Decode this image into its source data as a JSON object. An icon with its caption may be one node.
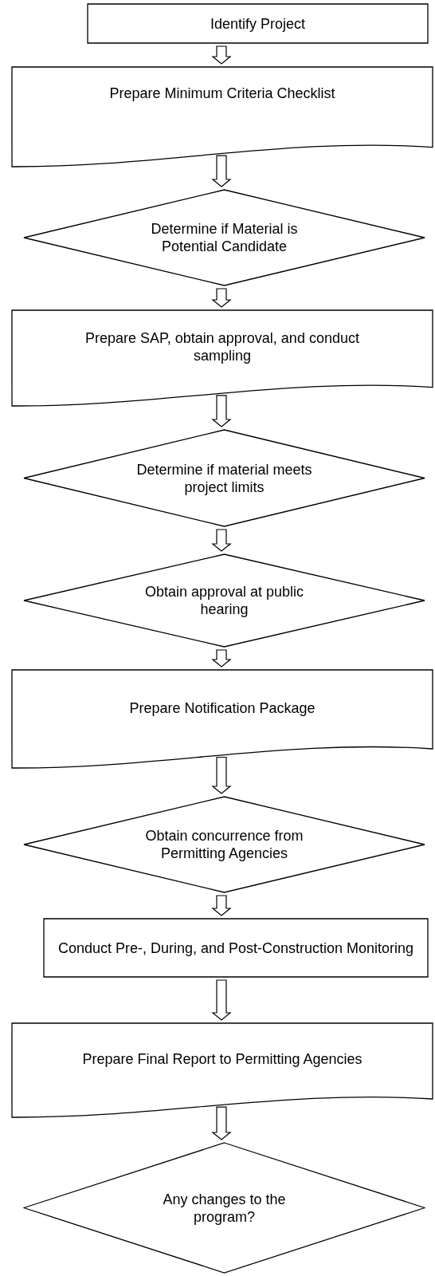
{
  "diagram": {
    "nodes": [
      {
        "text": [
          "Identify Project"
        ]
      },
      {
        "text": [
          "Prepare Minimum Criteria Checklist"
        ]
      },
      {
        "text": [
          "Determine if Material is Potential Candidate"
        ]
      },
      {
        "text": [
          "Prepare SAP, obtain approval, and conduct sampling"
        ]
      },
      {
        "text": [
          "Determine if material meets project limits"
        ]
      },
      {
        "text": [
          "Obtain approval at public hearing"
        ]
      },
      {
        "text": [
          "Prepare Notification Package"
        ]
      },
      {
        "text": [
          "Obtain concurrence from Permitting Agencies"
        ]
      },
      {
        "text": [
          "Conduct Pre-, During, and Post-Construction Monitoring"
        ]
      },
      {
        "text": [
          "Prepare Final Report to Permitting Agencies"
        ]
      },
      {
        "text": [
          "Any changes to the program?"
        ]
      }
    ],
    "edges": [
      {
        "from": 0,
        "to": 1,
        "arrow": "to"
      },
      {
        "from": 1,
        "to": 2,
        "arrow": "to"
      },
      {
        "from": 2,
        "to": 3,
        "arrow": "to"
      },
      {
        "from": 3,
        "to": 4,
        "arrow": "to"
      },
      {
        "from": 4,
        "to": 5,
        "arrow": "to"
      },
      {
        "from": 5,
        "to": 6,
        "arrow": "to"
      },
      {
        "from": 6,
        "to": 7,
        "arrow": "to"
      },
      {
        "from": 7,
        "to": 8,
        "arrow": "to"
      },
      {
        "from": 8,
        "to": 9,
        "arrow": "to"
      },
      {
        "from": 9,
        "to": 10,
        "arrow": "to"
      }
    ]
  }
}
